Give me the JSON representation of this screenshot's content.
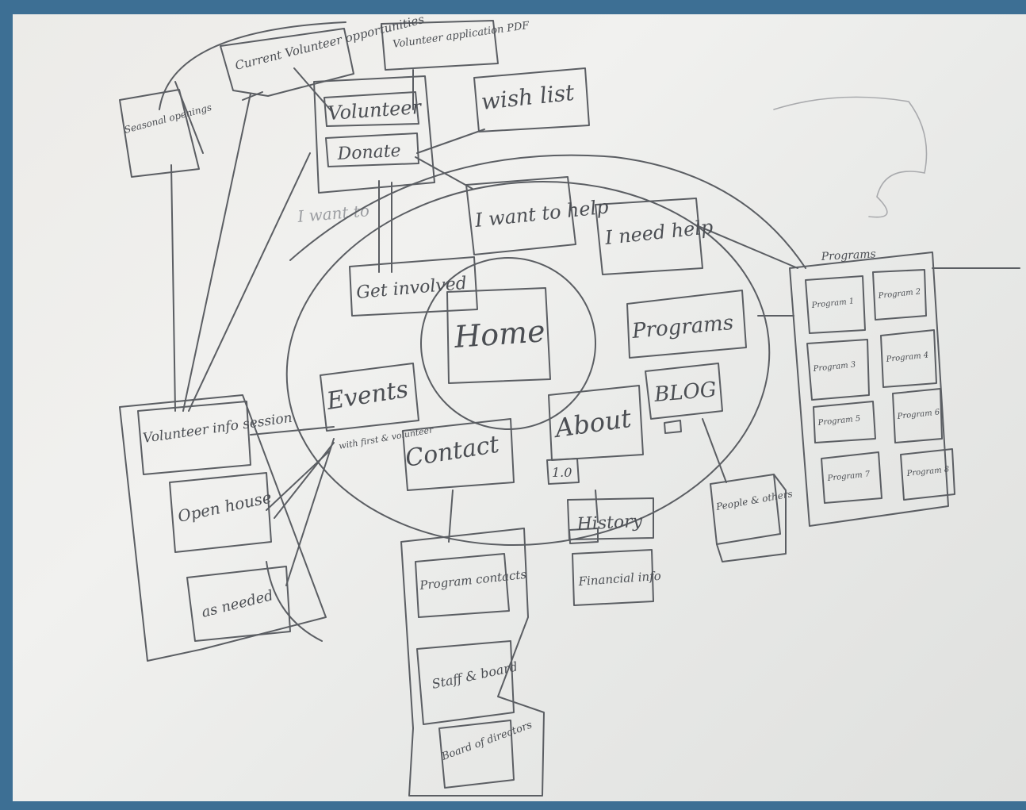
{
  "diagram": {
    "hub": "Home",
    "nodes": {
      "get_involved": "Get involved",
      "i_want_to_help": "I want to help",
      "i_need_help": "I need help",
      "programs": "Programs",
      "blog": "BLOG",
      "about": "About",
      "contact": "Contact",
      "events": "Events",
      "volunteer": "Volunteer",
      "donate": "Donate",
      "wish_list": "wish list",
      "current_volunteer_opportunities": "Current Volunteer opportunities",
      "volunteer_application_pdf": "Volunteer application PDF",
      "seasonal_openings": "Seasonal openings",
      "volunteer_info_session": "Volunteer info session",
      "open_house": "Open house",
      "as_needed": "as needed",
      "program_contacts": "Program contacts",
      "staff_board": "Staff & board",
      "board_of_directors": "Board of directors",
      "history": "History",
      "financial_info": "Financial info",
      "people_others": "People & others",
      "about_badge": "1.0",
      "programs_panel_title": "Programs"
    },
    "annotations": {
      "events_note": "with first & volunteer"
    },
    "program_items": [
      "Program 1",
      "Program 2",
      "Program 3",
      "Program 4",
      "Program 5",
      "Program 6",
      "Program 7",
      "Program 8"
    ]
  },
  "colors": {
    "frame": "#3d6f94",
    "paper": "#ecebe8",
    "ink": "#5b5e63"
  }
}
